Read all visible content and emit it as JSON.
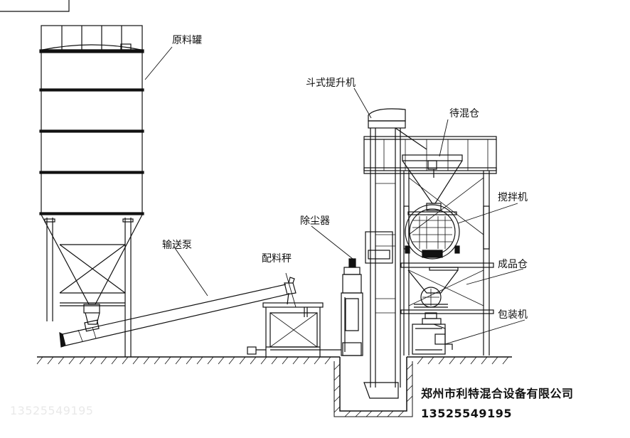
{
  "labels": {
    "silo": "原料罐",
    "screw_conveyor": "输送泵",
    "batching_scale": "配料秤",
    "dust_collector": "除尘器",
    "bucket_elevator": "斗式提升机",
    "pre_mix_bin": "待混仓",
    "mixer": "搅拌机",
    "product_bin": "成品仓",
    "packing_machine": "包装机"
  },
  "company": {
    "name": "郑州市利特混合设备有限公司",
    "phone": "13525549195"
  },
  "watermark": "13525549195"
}
